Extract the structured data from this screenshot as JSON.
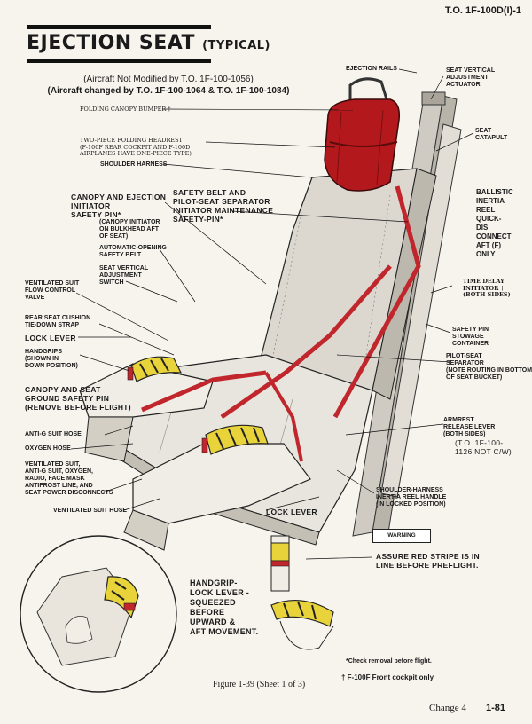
{
  "header": {
    "doc_number": "T.O. 1F-100D(I)-1"
  },
  "title": {
    "main": "EJECTION SEAT",
    "qualifier": "(TYPICAL)"
  },
  "subtitle": {
    "line1": "(Aircraft Not Modified by T.O. 1F-100-1056)",
    "line2": "(Aircraft changed by T.O. 1F-100-1064 & T.O. 1F-100-1084)"
  },
  "callouts": {
    "folding_canopy_bumper": "FOLDING CANOPY BUMPER †",
    "headrest": [
      "TWO-PIECE FOLDING HEADREST",
      "(F-100F REAR COCKPIT AND F-100D",
      "AIRPLANES HAVE ONE-PIECE TYPE)"
    ],
    "shoulder_harness": "SHOULDER HARNESS",
    "canopy_ejection_pin": [
      "CANOPY AND EJECTION",
      "INITIATOR",
      "SAFETY PIN*"
    ],
    "canopy_initiator_note": [
      "(CANOPY INITIATOR",
      "ON BULKHEAD AFT",
      "OF SEAT)"
    ],
    "safety_belt_pin": [
      "SAFETY BELT AND",
      "PILOT-SEAT SEPARATOR",
      "INITIATOR MAINTENANCE",
      "SAFETY-PIN*"
    ],
    "automatic_belt": [
      "AUTOMATIC-OPENING",
      "SAFETY BELT"
    ],
    "seat_adjust_switch": [
      "SEAT VERTICAL",
      "ADJUSTMENT",
      "SWITCH"
    ],
    "ventilated_valve": [
      "VENTILATED SUIT",
      "FLOW CONTROL",
      "VALVE"
    ],
    "cushion_strap": [
      "REAR SEAT CUSHION",
      "TIE-DOWN STRAP"
    ],
    "lock_lever_left": "LOCK LEVER",
    "handgrips": [
      "HANDGRIPS",
      "(SHOWN IN",
      "DOWN POSITION)"
    ],
    "ground_safety_pin": [
      "CANOPY AND SEAT",
      "GROUND SAFETY PIN",
      "(REMOVE BEFORE FLIGHT)"
    ],
    "anti_g_hose": "ANTI-G SUIT HOSE",
    "oxygen_hose": "OXYGEN HOSE",
    "disconnects": [
      "VENTILATED SUIT,",
      "ANTI-G SUIT, OXYGEN,",
      "RADIO, FACE MASK",
      "ANTIFROST LINE, AND",
      "SEAT POWER DISCONNECTS"
    ],
    "ventilated_hose": "VENTILATED SUIT HOSE",
    "lock_lever_bottom": "LOCK LEVER",
    "ejection_rails": "EJECTION RAILS",
    "actuator": [
      "SEAT VERTICAL",
      "ADJUSTMENT",
      "ACTUATOR"
    ],
    "catapult": [
      "SEAT",
      "CATAPULT"
    ],
    "ballistic_reel": [
      "BALLISTIC",
      "INERTIA",
      "REEL",
      "QUICK-",
      "DIS",
      "CONNECT",
      "AFT (F)",
      "ONLY"
    ],
    "time_delay": [
      "TIME DELAY",
      "INITIATOR †",
      "(BOTH SIDES)"
    ],
    "pin_container": [
      "SAFETY PIN",
      "STOWAGE",
      "CONTAINER"
    ],
    "pilot_seat_separator": [
      "PILOT-SEAT",
      "SEPARATOR",
      "(NOTE ROUTING IN BOTTOM",
      "OF SEAT BUCKET)"
    ],
    "armrest_lever": [
      "ARMREST",
      "RELEASE LEVER",
      "(BOTH SIDES)"
    ],
    "armrest_note": [
      "(T.O. 1F-100-",
      "1126 NOT C/W)"
    ],
    "inertia_handle": [
      "SHOULDER-HARNESS",
      "INERTIA REEL HANDLE",
      "(IN LOCKED POSITION)"
    ]
  },
  "warning": {
    "label": "WARNING",
    "text": [
      "ASSURE RED STRIPE IS IN",
      "LINE BEFORE PREFLIGHT."
    ]
  },
  "handgrip_note": [
    "HANDGRIP-",
    "LOCK LEVER -",
    "SQUEEZED",
    "BEFORE",
    "UPWARD &",
    "AFT MOVEMENT."
  ],
  "footnotes": {
    "check": "*Check removal before flight.",
    "front": "† F-100F Front cockpit only"
  },
  "figure_caption": "Figure 1-39 (Sheet 1 of 3)",
  "footer": {
    "change": "Change 4",
    "page": "1-81"
  },
  "colors": {
    "harness_red": "#c0262b",
    "headrest_red": "#b3181c",
    "handgrip_yellow": "#e8d33a",
    "seat_gray": "#d9d6cf",
    "ink": "#1a1a1a"
  }
}
